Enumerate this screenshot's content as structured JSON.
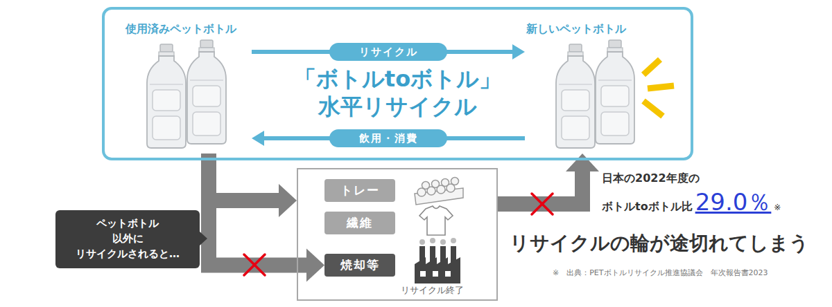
{
  "diagram": {
    "nodes": [
      {
        "text": [
          "「ボトルtoボトル」 水平リサイクル"
        ]
      },
      {
        "text": [
          "使用済みペットボトル"
        ],
        "in": 0
      },
      {
        "text": [
          "新しいペットボトル"
        ],
        "in": 0
      },
      {
        "text": [
          "ペットボトル 以外に リサイクルされると…"
        ]
      },
      {
        "text": [
          "リサイクル終了"
        ]
      },
      {
        "text": [
          "トレー"
        ],
        "in": 4
      },
      {
        "text": [
          "繊維"
        ],
        "in": 4
      },
      {
        "text": [
          "焼却等"
        ],
        "in": 4
      }
    ],
    "edges": [
      {
        "from": 1,
        "to": 2,
        "label": "リサイクル",
        "arrow": "to"
      },
      {
        "from": 2,
        "to": 1,
        "label": "飲用・消費",
        "arrow": "to"
      },
      {
        "from": 1,
        "to": 4,
        "arrow": "to"
      },
      {
        "from": 1,
        "to": 7,
        "arrow": "to"
      },
      {
        "from": 4,
        "to": 2,
        "arrow": "to"
      }
    ],
    "labels": [
      "日本の2022年度の",
      "ボトルtoボトル比",
      "29.0％",
      "※",
      "リサイクルの輪が途切れてしまう",
      "※　出典：PETボトルリサイクル推進協議会　年次報告書2023"
    ]
  }
}
